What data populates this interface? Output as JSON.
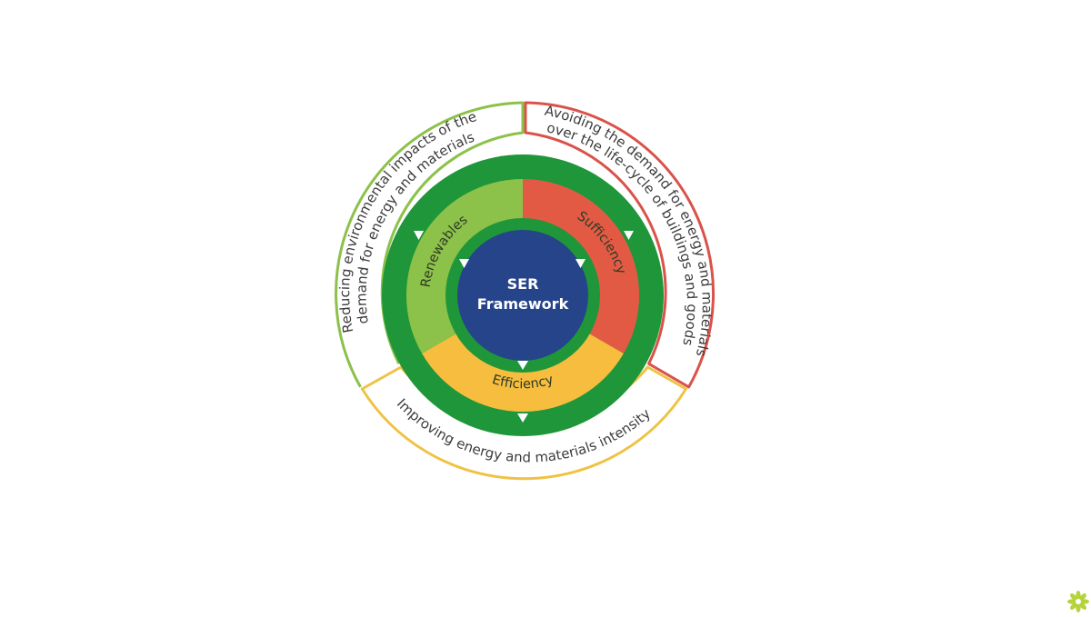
{
  "center": {
    "line1": "SER",
    "line2": "Framework"
  },
  "segments": {
    "renewables": "Renewables",
    "sufficiency": "Sufficiency",
    "efficiency": "Efficiency"
  },
  "outer": {
    "renewables_line1": "Reducing environmental impacts of the",
    "renewables_line2": "demand for energy and materials",
    "sufficiency_line1": "Avoiding the demand for energy and materials",
    "sufficiency_line2": "over the life-cycle of buildings and goods",
    "efficiency_line1": "Improving energy and materials intensity"
  },
  "colors": {
    "dark_green": "#1f9639",
    "light_green": "#8cc14a",
    "red": "#e35a44",
    "yellow": "#f6bd3e",
    "navy": "#26448a",
    "outer_green": "#8cc14a",
    "outer_red": "#d9534a",
    "outer_yellow": "#f0c244"
  },
  "icons": {
    "logo": "leaf-burst-logo"
  }
}
